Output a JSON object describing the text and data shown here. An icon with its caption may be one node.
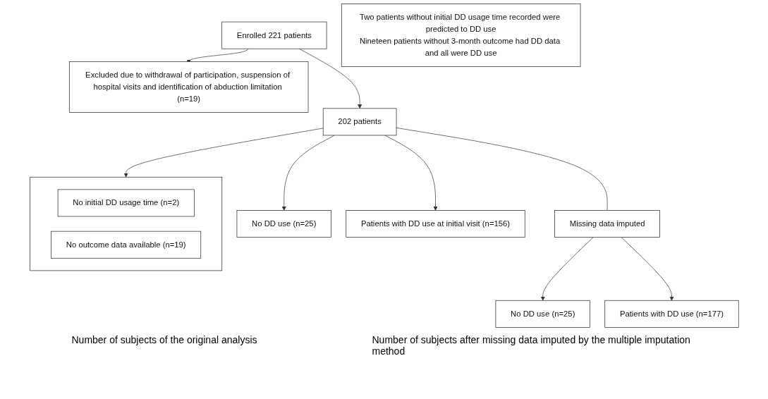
{
  "diagram": {
    "nodes": [
      {
        "text": [
          "Enrolled 221 patients"
        ]
      },
      {
        "text": [
          "Excluded due to withdrawal of participation, suspension of hospital visits and identification of abduction limitation (n=19)"
        ]
      },
      {
        "text": [
          "202 patients"
        ]
      },
      {
        "text": [
          "No DD use (n=25)"
        ]
      },
      {
        "text": [],
        "shape": "box"
      },
      {
        "text": [
          "No initial DD usage time (n=2)"
        ],
        "in": 4
      },
      {
        "text": [
          "No outcome data available (n=19)"
        ],
        "in": 4
      },
      {
        "text": [
          "Patients with DD use at initial visit (n=156)"
        ]
      },
      {
        "text": [
          "Missing data imputed"
        ]
      },
      {
        "text": [
          "Two patients without initial DD usage time recorded were predicted to DD use",
          "Nineteen patients without 3-month outcome had DD data and all were DD use"
        ]
      },
      {
        "text": [
          "No DD use (n=25)"
        ]
      },
      {
        "text": [
          "Patients with DD use (n=177)"
        ]
      }
    ],
    "edges": [
      {
        "from": 0,
        "to": 1,
        "arrow": "to"
      },
      {
        "from": 0,
        "to": 2,
        "arrow": "to"
      },
      {
        "from": 2,
        "to": 3,
        "arrow": "to"
      },
      {
        "from": 2,
        "to": 4,
        "arrow": "to"
      },
      {
        "from": 2,
        "to": 7,
        "arrow": "to"
      },
      {
        "from": 2,
        "to": 8,
        "arrow": "none"
      },
      {
        "from": 8,
        "to": 10,
        "arrow": "to"
      },
      {
        "from": 8,
        "to": 11,
        "arrow": "to"
      }
    ],
    "labels": [
      "Number of subjects of the original analysis",
      "Number of subjects after missing data imputed by the multiple imputation method"
    ]
  }
}
